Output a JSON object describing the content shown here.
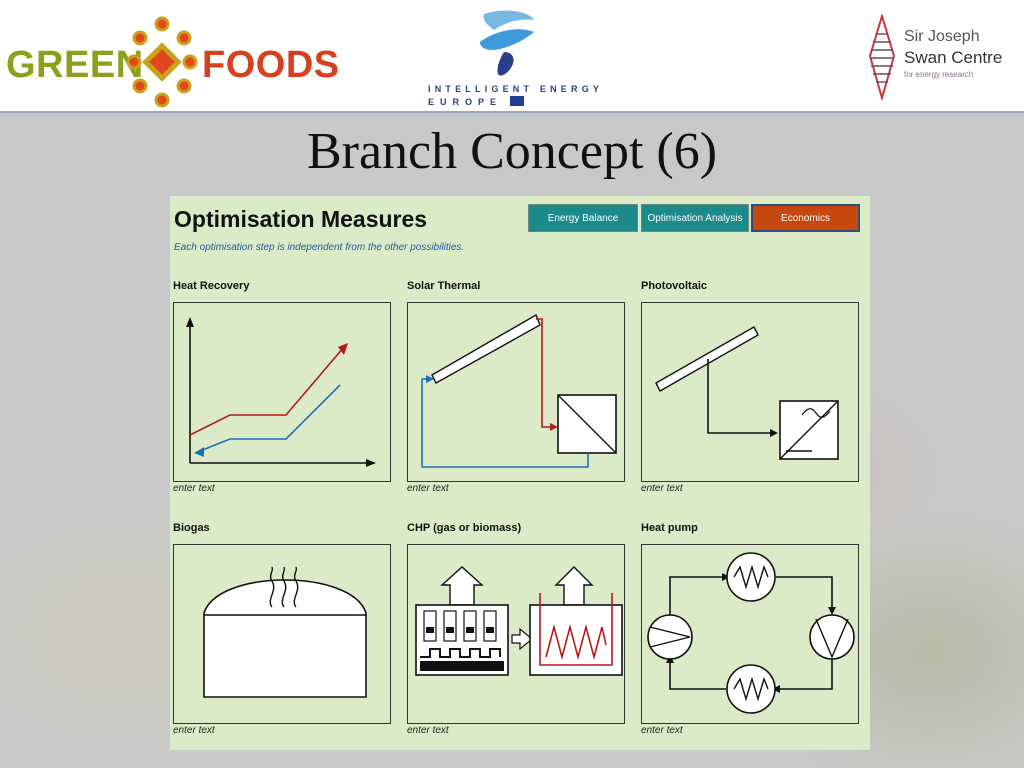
{
  "header": {
    "green_foods": {
      "word1": "GREEN",
      "word2": "FOODS"
    },
    "iee": {
      "line1": "INTELLIGENT ENERGY",
      "line2": "EUROPE"
    },
    "swan": {
      "line1": "Sir Joseph",
      "line2": "Swan Centre",
      "line3": "for energy research"
    }
  },
  "slide": {
    "title": "Branch Concept (6)"
  },
  "panel": {
    "title": "Optimisation Measures",
    "subtitle": "Each optimisation step is independent from the other possibilities.",
    "tabs": [
      "Energy Balance",
      "Optimisation Analysis",
      "Economics"
    ],
    "active_tab": "Economics",
    "cells": [
      {
        "title": "Heat Recovery",
        "note": "enter text",
        "icon": "heat-recovery-chart-icon"
      },
      {
        "title": "Solar Thermal",
        "note": "enter text",
        "icon": "solar-thermal-icon"
      },
      {
        "title": "Photovoltaic",
        "note": "enter text",
        "icon": "photovoltaic-icon"
      },
      {
        "title": "Biogas",
        "note": "enter text",
        "icon": "biogas-digester-icon"
      },
      {
        "title": "CHP (gas or biomass)",
        "note": "enter text",
        "icon": "chp-engine-icon"
      },
      {
        "title": "Heat pump",
        "note": "enter text",
        "icon": "heat-pump-cycle-icon"
      }
    ]
  },
  "colors": {
    "teal_tab": "#1a8a8b",
    "active_tab": "#c6480f",
    "panel_bg": "#dcebc7",
    "red_line": "#b51a1a",
    "blue_line": "#1a6fbf"
  }
}
